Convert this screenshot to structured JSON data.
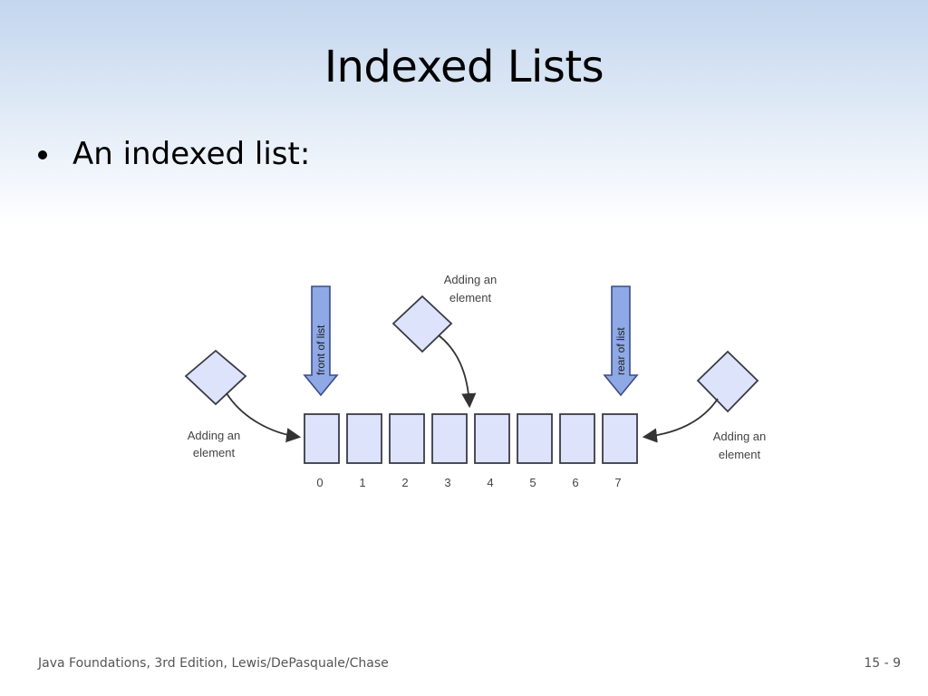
{
  "slide": {
    "title": "Indexed Lists",
    "bullet": "An indexed list:"
  },
  "diagram": {
    "indices": [
      "0",
      "1",
      "2",
      "3",
      "4",
      "5",
      "6",
      "7"
    ],
    "left_label": [
      "Adding an",
      "element"
    ],
    "middle_label": [
      "Adding an",
      "element"
    ],
    "right_label": [
      "Adding an",
      "element"
    ],
    "front_pointer_label": "front of list",
    "rear_pointer_label": "rear of list",
    "colors": {
      "cell_fill": "#dde3fb",
      "cell_stroke": "#3a3a44",
      "pointer_fill": "#8ea9e6",
      "pointer_stroke": "#3d4b86",
      "arrow_stroke": "#333333"
    }
  },
  "footer": {
    "source": "Java Foundations, 3rd Edition, Lewis/DePasquale/Chase",
    "page": "15 - 9"
  }
}
